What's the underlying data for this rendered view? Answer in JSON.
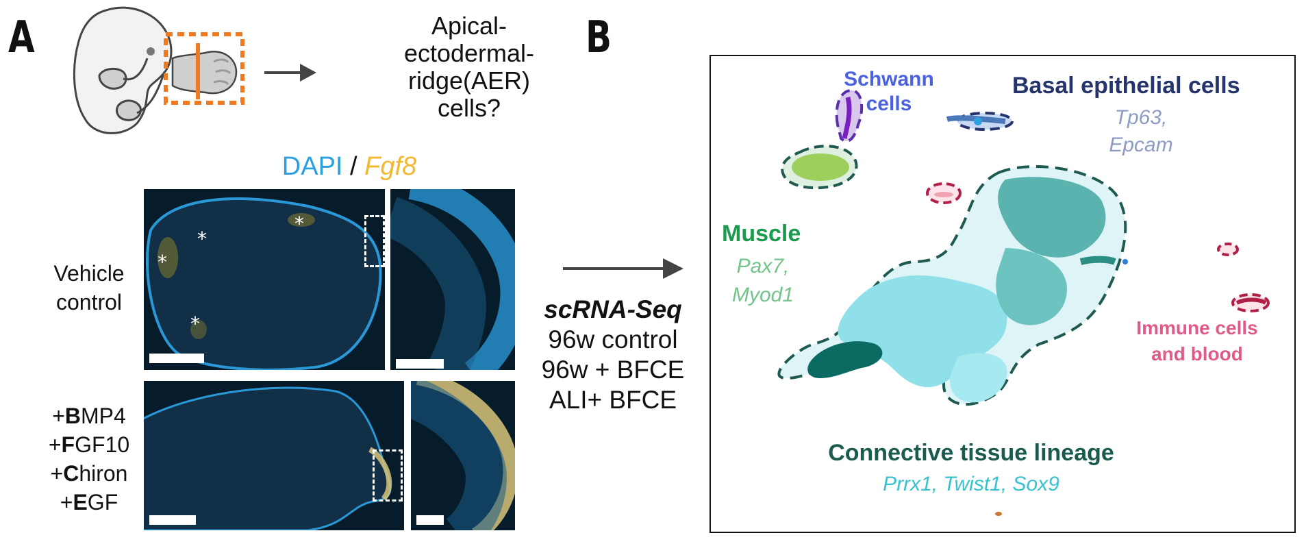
{
  "panel_a": {
    "letter": "A",
    "question_lines": [
      "Apical-",
      "ectodermal-",
      "ridge(AER)",
      "cells?"
    ],
    "stain": {
      "dapi": "DAPI",
      "separator": "/",
      "fgf8": "Fgf8"
    },
    "vehicle_label_lines": [
      "Vehicle",
      "control"
    ],
    "treatment": [
      {
        "bold": "B",
        "rest": "MP4",
        "prefix": "+"
      },
      {
        "bold": "F",
        "rest": "GF10",
        "prefix": "+"
      },
      {
        "bold": "C",
        "rest": "hiron",
        "prefix": "+"
      },
      {
        "bold": "E",
        "rest": "GF",
        "prefix": "+"
      }
    ],
    "asterisk": "*"
  },
  "middle": {
    "method": "scRNA-Seq",
    "conditions": [
      "96w control",
      "96w + BFCE",
      "ALI+ BFCE"
    ]
  },
  "panel_b": {
    "letter": "B",
    "clusters": {
      "schwann": {
        "lines": [
          "Schwann",
          "cells"
        ],
        "color": "#4a62e0"
      },
      "basal": {
        "title": "Basal epithelial cells",
        "markers": [
          "Tp63,",
          "Epcam"
        ],
        "color": "#25356b",
        "marker_color": "#8e9cc4"
      },
      "muscle": {
        "title": "Muscle",
        "markers": [
          "Pax7,",
          "Myod1"
        ],
        "color": "#1c9a4d",
        "marker_color": "#72c48a"
      },
      "immune": {
        "lines": [
          "Immune cells",
          "and blood"
        ],
        "color": "#e05a8a"
      },
      "connective": {
        "title": "Connective tissue lineage",
        "markers": "Prrx1, Twist1, Sox9",
        "color": "#1a5a4f",
        "marker_color": "#36c3cf"
      }
    }
  },
  "colors": {
    "dapi": "#2c9fe0",
    "fgf8": "#f2b830",
    "orange": "#f07a1f",
    "dark_teal": "#0b6b62",
    "light_teal": "#8fe0e8"
  }
}
